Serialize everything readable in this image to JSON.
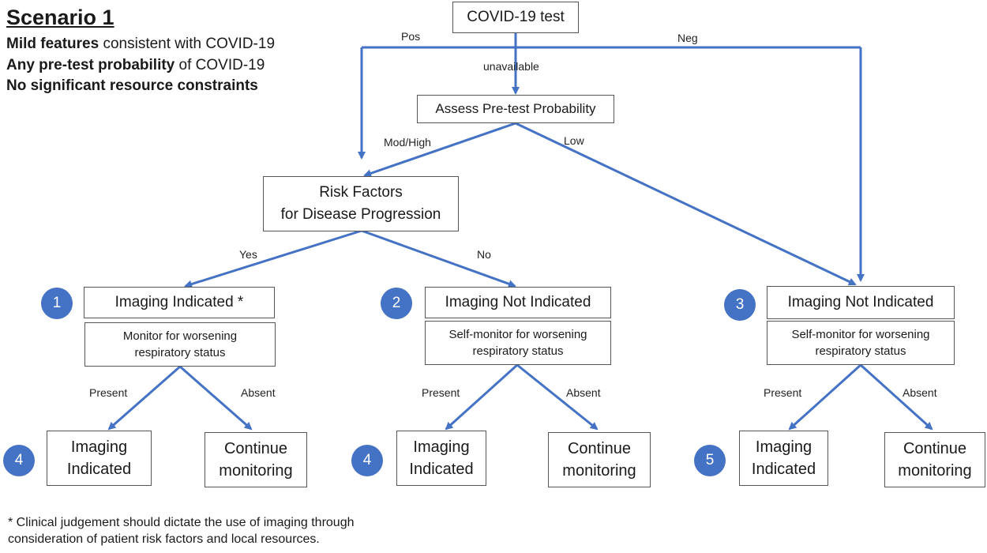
{
  "scenario": {
    "title": "Scenario 1",
    "line1_bold": "Mild features",
    "line1_rest": " consistent with COVID-19",
    "line2_bold": "Any pre-test probability",
    "line2_rest": " of COVID-19",
    "line3_bold": "No significant resource constraints"
  },
  "nodes": {
    "covid_test": "COVID-19 test",
    "assess": "Assess Pre-test Probability",
    "risk_line1": "Risk Factors",
    "risk_line2": "for Disease Progression",
    "imaging_indicated_star": "Imaging Indicated *",
    "monitor_line1": "Monitor for worsening",
    "monitor_line2": "respiratory status",
    "imaging_not_indicated": "Imaging Not Indicated",
    "self_monitor_line1": "Self-monitor for worsening",
    "self_monitor_line2": "respiratory status",
    "imaging_line1": "Imaging",
    "imaging_line2": "Indicated",
    "continue_line1": "Continue",
    "continue_line2": "monitoring"
  },
  "edge_labels": {
    "pos": "Pos",
    "neg": "Neg",
    "unavailable": "unavailable",
    "mod_high": "Mod/High",
    "low": "Low",
    "yes": "Yes",
    "no": "No",
    "present": "Present",
    "absent": "Absent"
  },
  "badges": [
    "1",
    "2",
    "3",
    "4",
    "4",
    "5"
  ],
  "footnote_line1": "* Clinical judgement should dictate the use of imaging through",
  "footnote_line2": "consideration of patient risk factors and local resources.",
  "colors": {
    "arrow": "#4472c4",
    "badge": "#4472c4",
    "box_border": "#555555"
  }
}
